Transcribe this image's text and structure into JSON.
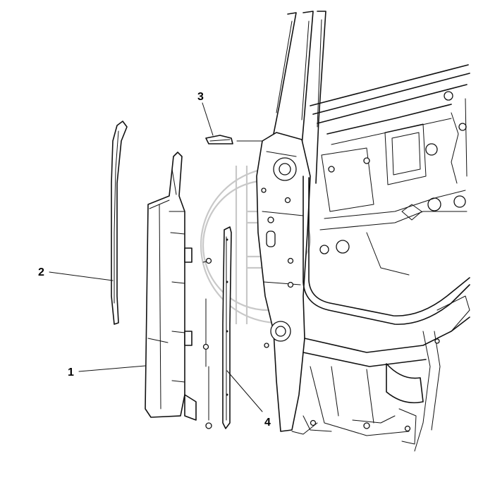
{
  "callouts": [
    {
      "id": "1",
      "label": "1"
    },
    {
      "id": "2",
      "label": "2"
    },
    {
      "id": "3",
      "label": "3"
    },
    {
      "id": "4",
      "label": "4"
    }
  ],
  "colors": {
    "line": "#111111",
    "background": "#ffffff",
    "watermark": "#c8c8c8"
  }
}
